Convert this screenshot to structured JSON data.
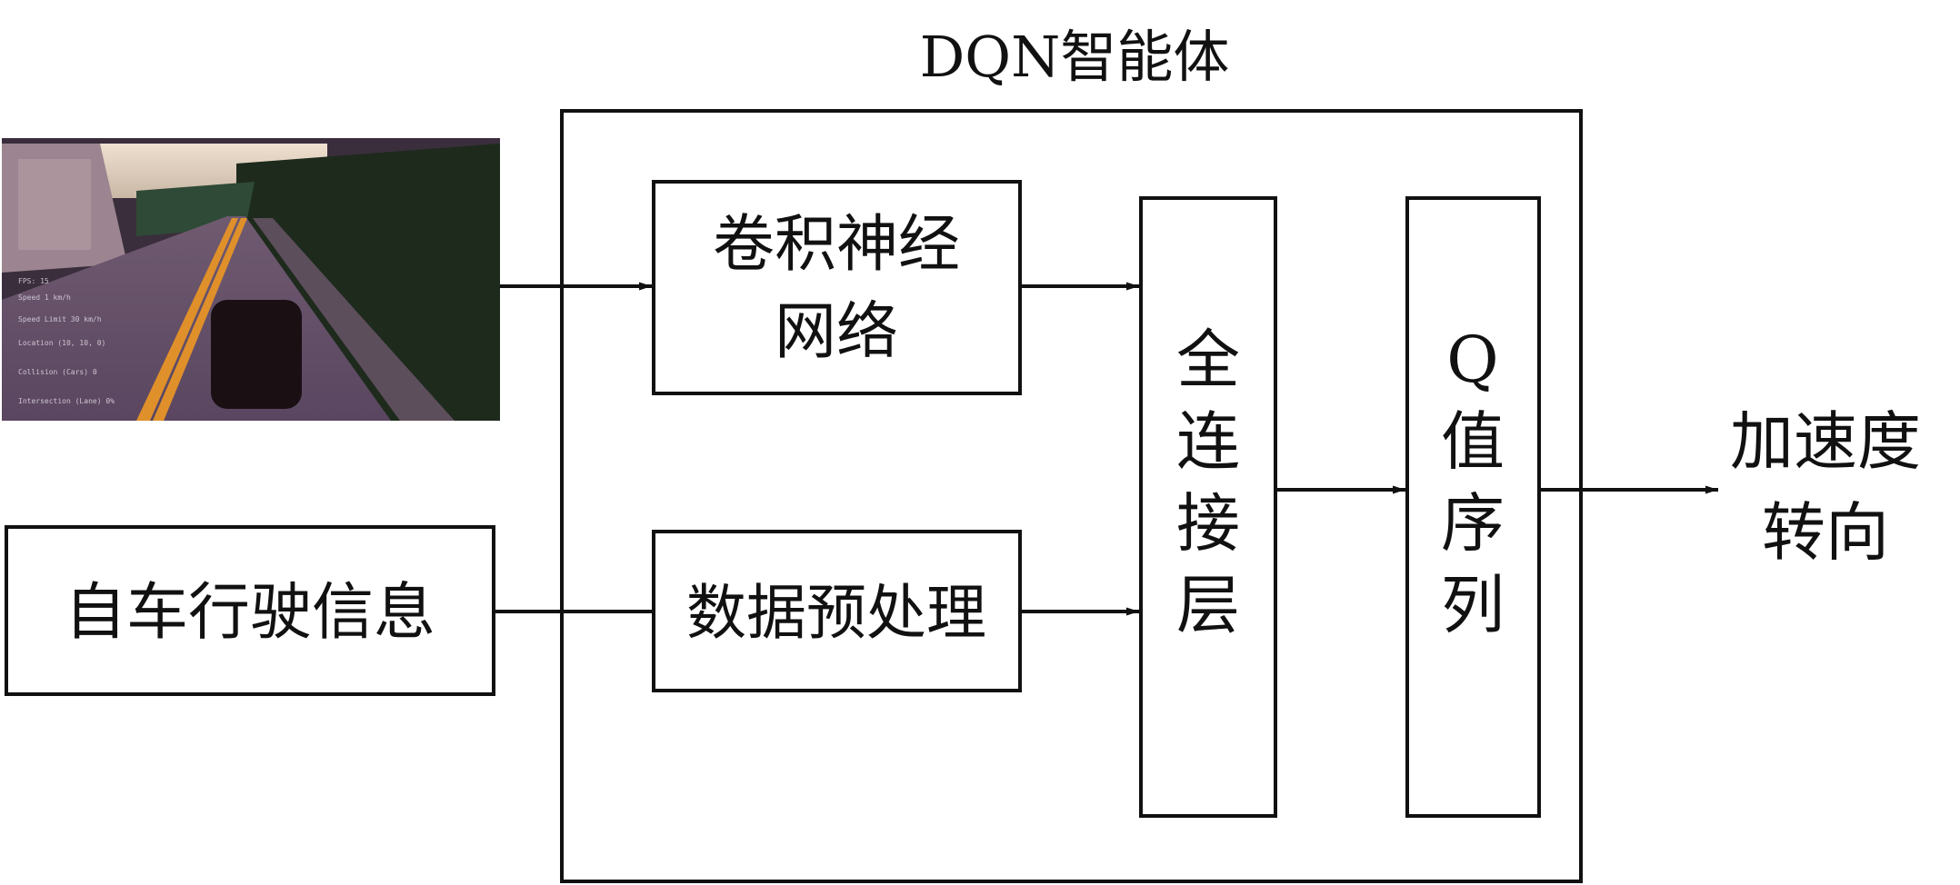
{
  "title": "DQN智能体",
  "nodes": {
    "camera_image": {
      "description_icon": "driving-simulator-camera-view"
    },
    "cnn": {
      "line1": "卷积神经",
      "line2": "网络"
    },
    "ego_info": {
      "label": "自车行驶信息"
    },
    "preprocess": {
      "label": "数据预处理"
    },
    "fc": {
      "chars": [
        "全",
        "连",
        "接",
        "层"
      ]
    },
    "q": {
      "chars": [
        "Q",
        "值",
        "序",
        "列"
      ]
    },
    "output": {
      "line1": "加速度",
      "line2": "转向"
    }
  },
  "colors": {
    "stroke": "#111111",
    "background": "#ffffff"
  }
}
